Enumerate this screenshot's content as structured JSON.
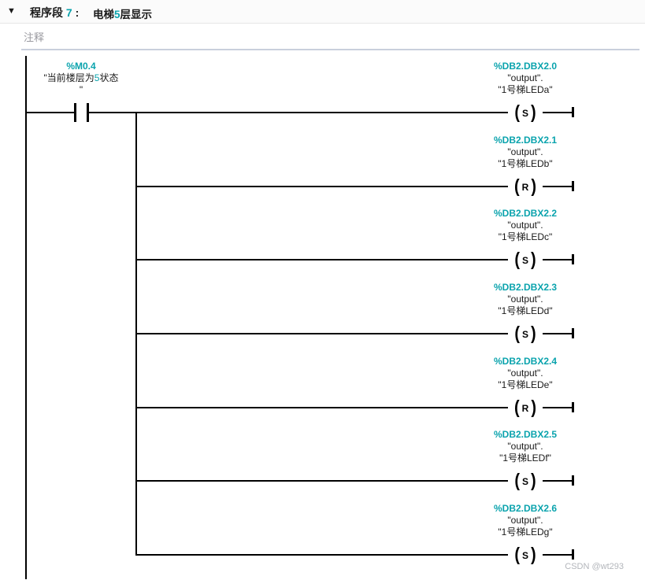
{
  "colors": {
    "operand_teal": "#0aa3ad",
    "wire_black": "#000000",
    "comment_gray": "#9a9aa0",
    "divider": "#c9cfdc",
    "watermark_gray": "#b3b6bb"
  },
  "symbols": {
    "collapse_triangle": "▼",
    "coil_open": "(",
    "coil_close": ")"
  },
  "header": {
    "seg_label": "程序段 ",
    "seg_number": "7",
    "seg_colon": " :",
    "title_pre": "电梯",
    "title_num": "5",
    "title_post": "层显示",
    "comment_placeholder": "注释"
  },
  "contact": {
    "address": "%M0.4",
    "name_pre": "\"当前楼层为",
    "name_num": "5",
    "name_post": "状态",
    "name_wrap_quote": "\""
  },
  "coils": [
    {
      "address": "%DB2.DBX2.0",
      "db_name": "\"output\".",
      "tag_name": "\"1号梯LEDa\"",
      "type": "S"
    },
    {
      "address": "%DB2.DBX2.1",
      "db_name": "\"output\".",
      "tag_name": "\"1号梯LEDb\"",
      "type": "R"
    },
    {
      "address": "%DB2.DBX2.2",
      "db_name": "\"output\".",
      "tag_name": "\"1号梯LEDc\"",
      "type": "S"
    },
    {
      "address": "%DB2.DBX2.3",
      "db_name": "\"output\".",
      "tag_name": "\"1号梯LEDd\"",
      "type": "S"
    },
    {
      "address": "%DB2.DBX2.4",
      "db_name": "\"output\".",
      "tag_name": "\"1号梯LEDe\"",
      "type": "R"
    },
    {
      "address": "%DB2.DBX2.5",
      "db_name": "\"output\".",
      "tag_name": "\"1号梯LEDf\"",
      "type": "S"
    },
    {
      "address": "%DB2.DBX2.6",
      "db_name": "\"output\".",
      "tag_name": "\"1号梯LEDg\"",
      "type": "S"
    }
  ],
  "watermark": "CSDN @wt293"
}
